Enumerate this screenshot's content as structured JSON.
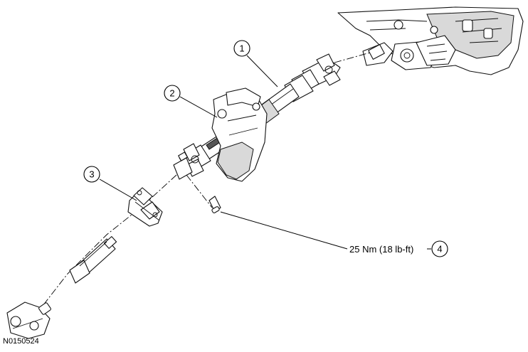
{
  "callouts": [
    {
      "number": "1"
    },
    {
      "number": "2"
    },
    {
      "number": "3"
    },
    {
      "number": "4"
    }
  ],
  "torque_spec": "25 Nm (18 lb-ft)",
  "figure_id": "N0150524"
}
